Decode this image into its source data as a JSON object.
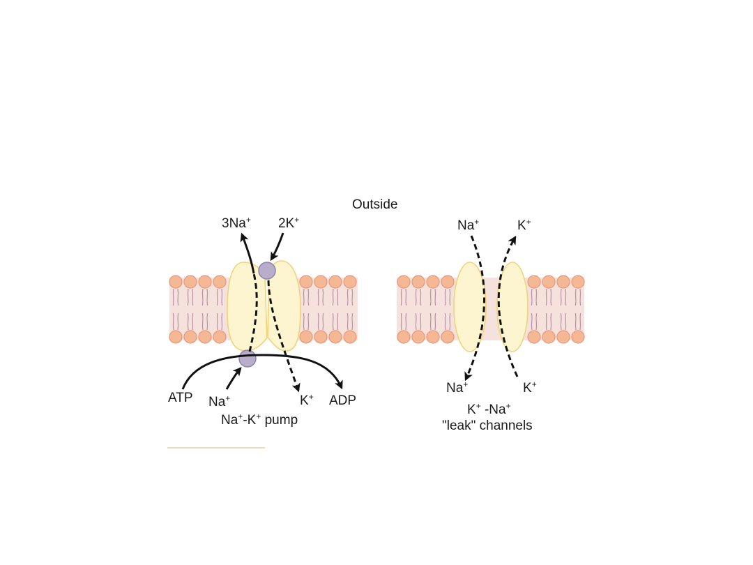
{
  "colors": {
    "membrane_band": "#f5e2dd",
    "lipid_head_fill": "#f5b895",
    "lipid_head_stroke": "#e8967a",
    "lipid_tail": "#b890a8",
    "protein_fill": "#fdf5cf",
    "protein_stroke": "#f0d37a",
    "binding_site": "#b8aecb",
    "binding_site_stroke": "#8e82a8",
    "arrow": "#111111",
    "rule": "#e6cfa6"
  },
  "labels": {
    "outside": "Outside",
    "pump_na_out": {
      "base": "3Na",
      "sup": "+"
    },
    "pump_k_in": {
      "base": "2K",
      "sup": "+"
    },
    "atp": "ATP",
    "pump_na_in": {
      "base": "Na",
      "sup": "+"
    },
    "pump_k_out": {
      "base": "K",
      "sup": "+"
    },
    "adp": "ADP",
    "pump_title": {
      "part1": "Na",
      "sup1": "+",
      "part2": "-K",
      "sup2": "+",
      "part3": " pump"
    },
    "leak_na_top": {
      "base": "Na",
      "sup": "+"
    },
    "leak_k_top": {
      "base": "K",
      "sup": "+"
    },
    "leak_na_bottom": {
      "base": "Na",
      "sup": "+"
    },
    "leak_k_bottom": {
      "base": "K",
      "sup": "+"
    },
    "leak_title_line1": {
      "part1": "K",
      "sup1": "+",
      "part2": " -Na",
      "sup2": "+"
    },
    "leak_title_line2": "\"leak\" channels"
  }
}
